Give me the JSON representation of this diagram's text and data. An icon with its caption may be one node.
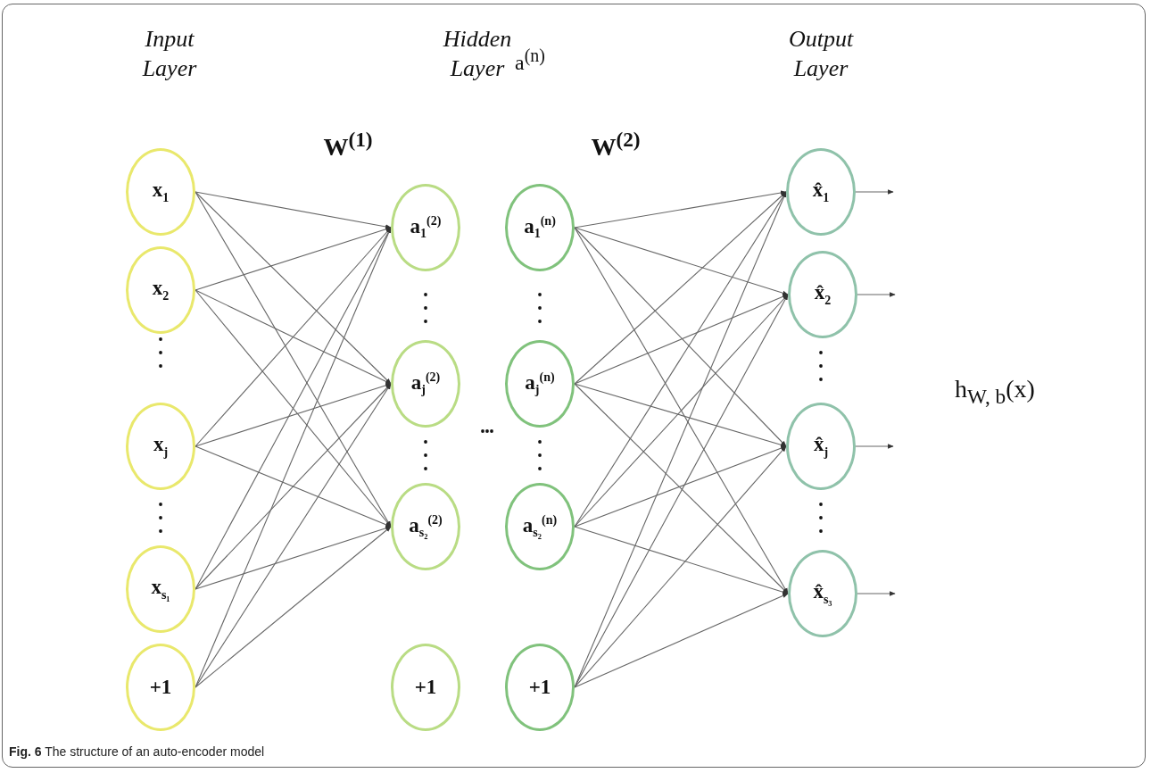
{
  "diagram": {
    "caption": "**Fig. 6** The structure of an auto-encoder model",
    "nodes": [
      {
        "text": [
          "x$_{1}$"
        ]
      },
      {
        "text": [
          "x$_{2}$"
        ]
      },
      {
        "text": [
          "x$_{j}$"
        ]
      },
      {
        "text": [
          "x$_{s₁}$"
        ]
      },
      {
        "text": [
          "+1"
        ]
      },
      {
        "text": [
          "a$_{1}$$^{(2)}$"
        ]
      },
      {
        "text": [
          "a$_{j}$$^{(2)}$"
        ]
      },
      {
        "text": [
          "a$_{s₂}$$^{(2)}$"
        ]
      },
      {
        "text": [
          "+1"
        ]
      },
      {
        "text": [
          "a$_{1}$$^{(n)}$"
        ]
      },
      {
        "text": [
          "a$_{j}$$^{(n)}$"
        ]
      },
      {
        "text": [
          "a$_{s₂}$$^{(n)}$"
        ]
      },
      {
        "text": [
          "+1"
        ]
      },
      {
        "text": [
          "x̂$_{1}$"
        ]
      },
      {
        "text": [
          "x̂$_{2}$"
        ]
      },
      {
        "text": [
          "x̂$_{j}$"
        ]
      },
      {
        "text": [
          "x̂$_{s₃}$"
        ]
      }
    ],
    "edges": [
      {
        "from": 0,
        "to": 5,
        "arrow": "to"
      },
      {
        "from": 0,
        "to": 6,
        "arrow": "to"
      },
      {
        "from": 0,
        "to": 7,
        "arrow": "to"
      },
      {
        "from": 1,
        "to": 5,
        "arrow": "to"
      },
      {
        "from": 1,
        "to": 6,
        "arrow": "to"
      },
      {
        "from": 1,
        "to": 7,
        "arrow": "to"
      },
      {
        "from": 2,
        "to": 5,
        "arrow": "to"
      },
      {
        "from": 2,
        "to": 6,
        "arrow": "to"
      },
      {
        "from": 2,
        "to": 7,
        "arrow": "to"
      },
      {
        "from": 3,
        "to": 5,
        "arrow": "to"
      },
      {
        "from": 3,
        "to": 6,
        "arrow": "to"
      },
      {
        "from": 3,
        "to": 7,
        "arrow": "to"
      },
      {
        "from": 4,
        "to": 5,
        "arrow": "to"
      },
      {
        "from": 4,
        "to": 6,
        "arrow": "to"
      },
      {
        "from": 4,
        "to": 7,
        "arrow": "to"
      },
      {
        "from": 9,
        "to": 13,
        "arrow": "to"
      },
      {
        "from": 9,
        "to": 14,
        "arrow": "to"
      },
      {
        "from": 9,
        "to": 15,
        "arrow": "to"
      },
      {
        "from": 9,
        "to": 16,
        "arrow": "to"
      },
      {
        "from": 10,
        "to": 13,
        "arrow": "to"
      },
      {
        "from": 10,
        "to": 14,
        "arrow": "to"
      },
      {
        "from": 10,
        "to": 15,
        "arrow": "to"
      },
      {
        "from": 10,
        "to": 16,
        "arrow": "to"
      },
      {
        "from": 11,
        "to": 13,
        "arrow": "to"
      },
      {
        "from": 11,
        "to": 14,
        "arrow": "to"
      },
      {
        "from": 11,
        "to": 15,
        "arrow": "to"
      },
      {
        "from": 11,
        "to": 16,
        "arrow": "to"
      },
      {
        "from": 12,
        "to": 13,
        "arrow": "to"
      },
      {
        "from": 12,
        "to": 14,
        "arrow": "to"
      },
      {
        "from": 12,
        "to": 15,
        "arrow": "to"
      },
      {
        "from": 12,
        "to": 16,
        "arrow": "to"
      },
      {
        "from": 13,
        "to": null,
        "arrow": "to"
      },
      {
        "from": 14,
        "to": null,
        "arrow": "to"
      },
      {
        "from": 15,
        "to": null,
        "arrow": "to"
      },
      {
        "from": 16,
        "to": null,
        "arrow": "to"
      }
    ],
    "labels": [
      "Input Layer",
      "Hidden Layer",
      "a$^{(n)}$",
      "Output Layer",
      "W$^{(1)}$",
      "W$^{(2)}$",
      "h$_{W, b}$(x)"
    ]
  }
}
